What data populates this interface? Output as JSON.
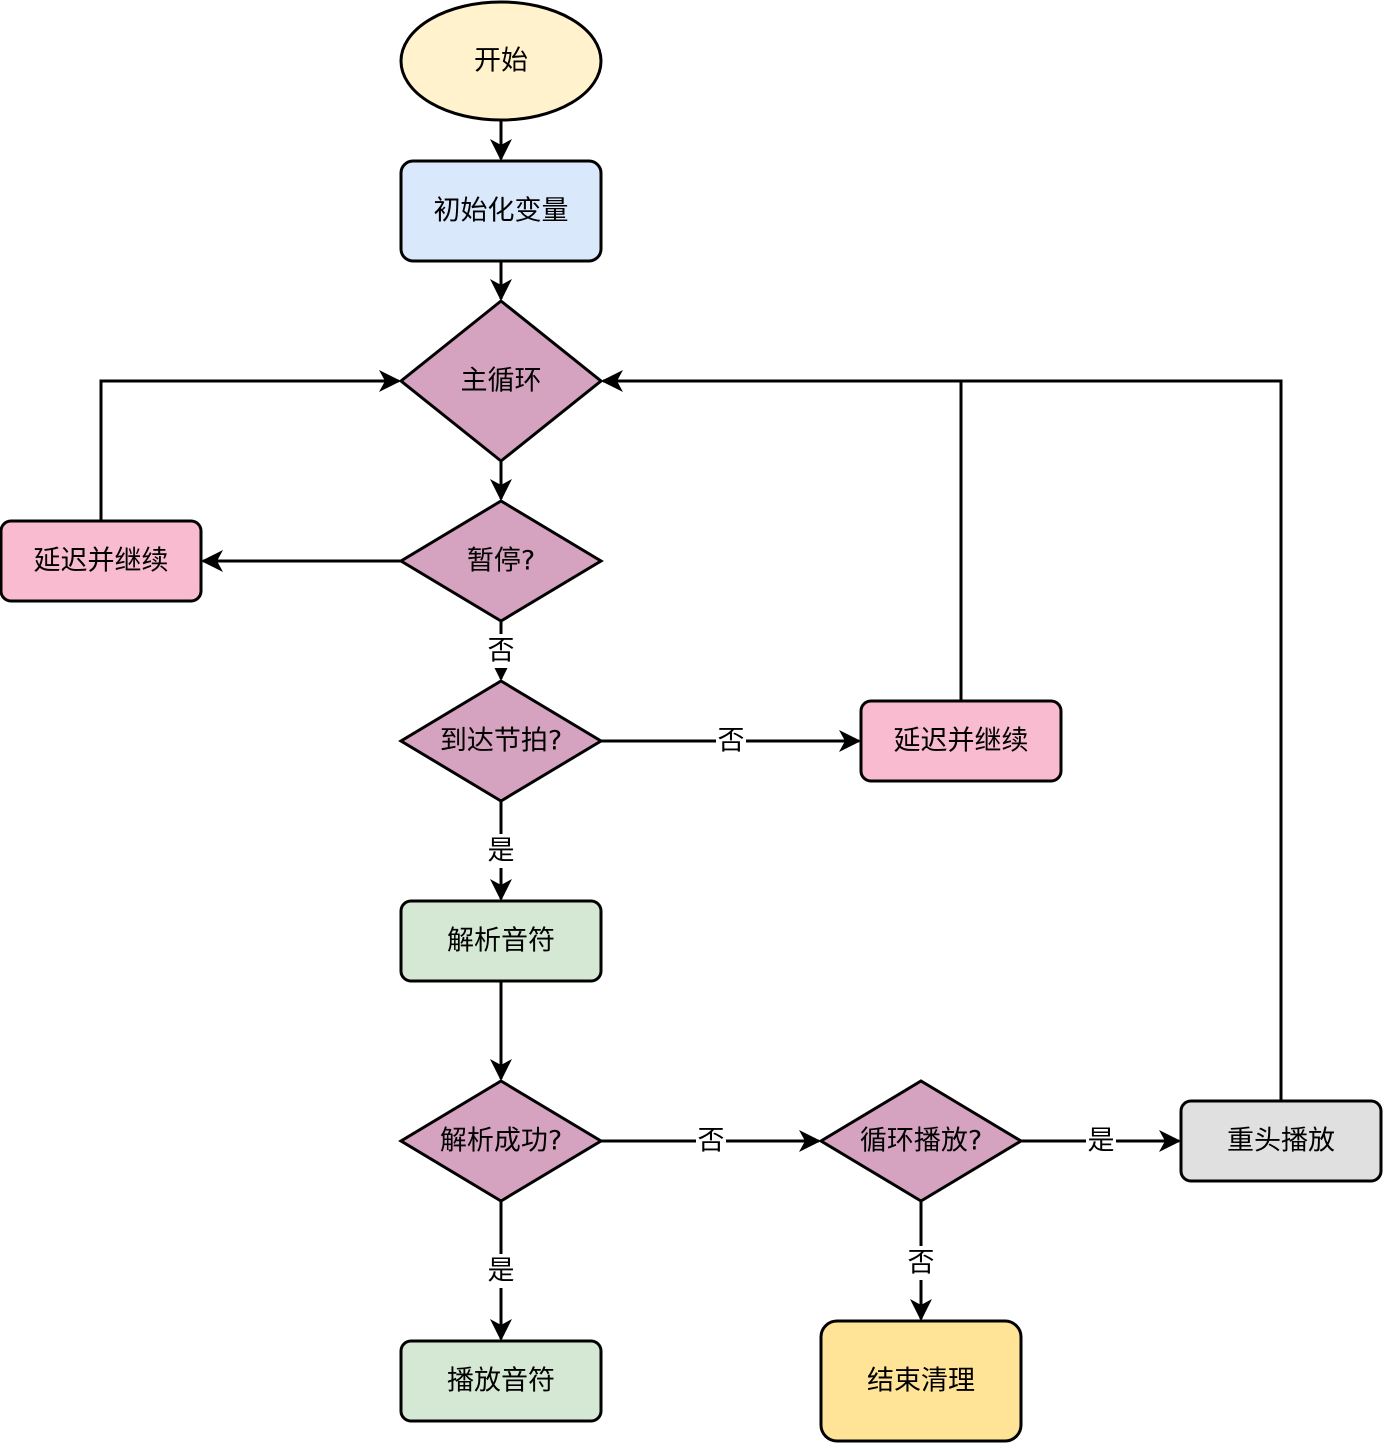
{
  "colors": {
    "start": "#fff2cc",
    "init": "#dae8fc",
    "decision": "#d5a3c0",
    "delay": "#f8bbd0",
    "note": "#d5e8d4",
    "restart": "#e0e0e0",
    "end": "#ffe396",
    "stroke": "#000000"
  },
  "nodes": {
    "start": "开始",
    "init": "初始化变量",
    "main_loop": "主循环",
    "paused": "暂停?",
    "delay_left": "延迟并继续",
    "beat": "到达节拍?",
    "delay_right": "延迟并继续",
    "parse": "解析音符",
    "parse_ok": "解析成功?",
    "play": "播放音符",
    "loop_play": "循环播放?",
    "restart": "重头播放",
    "cleanup": "结束清理"
  },
  "edges": {
    "paused_no": "否",
    "beat_no": "否",
    "beat_yes": "是",
    "parse_ok_no": "否",
    "parse_ok_yes": "是",
    "loop_yes": "是",
    "loop_no": "否"
  }
}
